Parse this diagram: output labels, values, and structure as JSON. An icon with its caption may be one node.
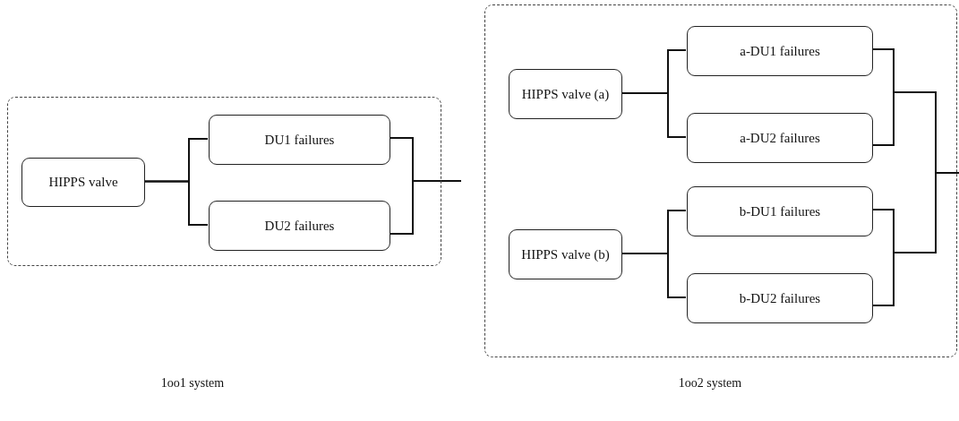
{
  "diagram": {
    "nodes": [
      {
        "text": [],
        "shape": "box"
      },
      {
        "text": [
          "HIPPS valve"
        ],
        "in": 0
      },
      {
        "text": [
          "DU1 failures"
        ],
        "in": 0
      },
      {
        "text": [
          "DU2 failures"
        ],
        "in": 0
      },
      {
        "text": [],
        "shape": "box"
      },
      {
        "text": [
          "HIPPS valve (a)"
        ],
        "in": 4
      },
      {
        "text": [
          "a-DU1 failures"
        ],
        "in": 4
      },
      {
        "text": [
          "a-DU2 failures"
        ],
        "in": 4
      },
      {
        "text": [
          "HIPPS valve (b)"
        ],
        "in": 4
      },
      {
        "text": [
          "b-DU1 failures"
        ],
        "in": 4
      },
      {
        "text": [
          "b-DU2 failures"
        ],
        "in": 4
      }
    ],
    "edges": [
      {
        "from": 1,
        "to": 2,
        "arrow": "none"
      },
      {
        "from": 1,
        "to": 3,
        "arrow": "none"
      },
      {
        "from": 2,
        "to": null,
        "arrow": "none"
      },
      {
        "from": 3,
        "to": null,
        "arrow": "none"
      },
      {
        "from": 5,
        "to": 6,
        "arrow": "none"
      },
      {
        "from": 5,
        "to": 7,
        "arrow": "none"
      },
      {
        "from": 8,
        "to": 9,
        "arrow": "none"
      },
      {
        "from": 8,
        "to": 10,
        "arrow": "none"
      },
      {
        "from": 6,
        "to": null,
        "arrow": "none"
      },
      {
        "from": 7,
        "to": null,
        "arrow": "none"
      },
      {
        "from": 9,
        "to": null,
        "arrow": "none"
      },
      {
        "from": 10,
        "to": null,
        "arrow": "none"
      }
    ],
    "labels": [
      "1oo1 system",
      "1oo2 system"
    ]
  }
}
